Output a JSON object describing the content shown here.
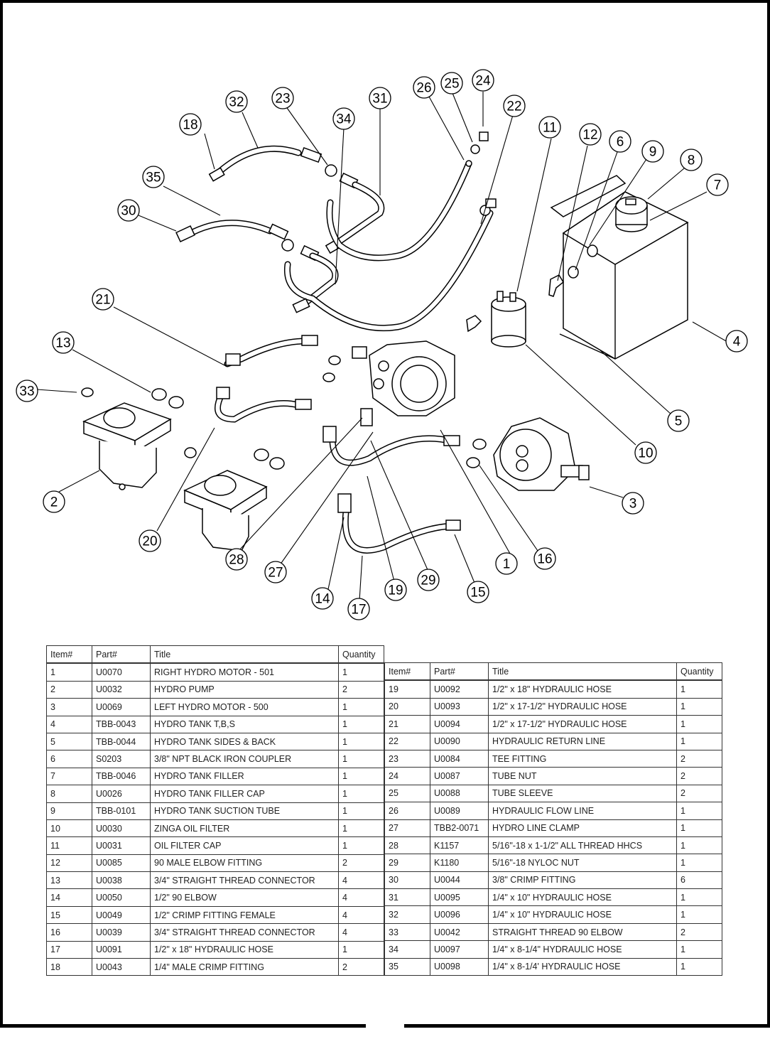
{
  "document": {
    "type": "exploded parts diagram with bill of materials",
    "accent_color": "#000000",
    "background_color": "#ffffff"
  },
  "callouts": [
    "1",
    "2",
    "3",
    "4",
    "5",
    "6",
    "7",
    "8",
    "9",
    "10",
    "11",
    "12",
    "13",
    "14",
    "15",
    "16",
    "17",
    "18",
    "19",
    "20",
    "21",
    "22",
    "23",
    "24",
    "25",
    "26",
    "27",
    "28",
    "29",
    "30",
    "31",
    "32",
    "33",
    "34",
    "35"
  ],
  "bom": {
    "headers": {
      "item": "Item#",
      "part": "Part#",
      "title": "Title",
      "quantity": "Quantity"
    },
    "left": [
      {
        "item": "1",
        "part": "U0070",
        "title": "RIGHT HYDRO MOTOR - 501",
        "quantity": "1"
      },
      {
        "item": "2",
        "part": "U0032",
        "title": " HYDRO PUMP",
        "quantity": "2"
      },
      {
        "item": "3",
        "part": "U0069",
        "title": "LEFT HYDRO MOTOR - 500",
        "quantity": "1"
      },
      {
        "item": "4",
        "part": "TBB-0043",
        "title": "HYDRO TANK T,B,S",
        "quantity": "1"
      },
      {
        "item": "5",
        "part": "TBB-0044",
        "title": "HYDRO TANK SIDES & BACK",
        "quantity": "1"
      },
      {
        "item": "6",
        "part": "S0203",
        "title": "3/8\" NPT BLACK IRON COUPLER",
        "quantity": "1"
      },
      {
        "item": "7",
        "part": "TBB-0046",
        "title": "HYDRO TANK FILLER",
        "quantity": "1"
      },
      {
        "item": "8",
        "part": "U0026",
        "title": "HYDRO TANK FILLER CAP",
        "quantity": "1"
      },
      {
        "item": "9",
        "part": "TBB-0101",
        "title": "HYDRO TANK SUCTION TUBE",
        "quantity": "1"
      },
      {
        "item": "10",
        "part": "U0030",
        "title": "ZINGA OIL FILTER",
        "quantity": "1"
      },
      {
        "item": "11",
        "part": "U0031",
        "title": "OIL FILTER CAP",
        "quantity": "1"
      },
      {
        "item": "12",
        "part": "U0085",
        "title": "90 MALE ELBOW FITTING",
        "quantity": "2"
      },
      {
        "item": "13",
        "part": "U0038",
        "title": "3/4\" STRAIGHT THREAD CONNECTOR",
        "quantity": "4"
      },
      {
        "item": "14",
        "part": "U0050",
        "title": "1/2\" 90 ELBOW",
        "quantity": "4"
      },
      {
        "item": "15",
        "part": "U0049",
        "title": "1/2\" CRIMP FITTING FEMALE",
        "quantity": "4"
      },
      {
        "item": "16",
        "part": "U0039",
        "title": "3/4\" STRAIGHT THREAD CONNECTOR",
        "quantity": "4"
      },
      {
        "item": "17",
        "part": "U0091",
        "title": "1/2\" x 18\" HYDRAULIC HOSE",
        "quantity": "1"
      },
      {
        "item": "18",
        "part": "U0043",
        "title": "1/4\" MALE CRIMP FITTING",
        "quantity": "2"
      }
    ],
    "right": [
      {
        "item": "19",
        "part": "U0092",
        "title": "1/2\" x 18\" HYDRAULIC HOSE",
        "quantity": "1"
      },
      {
        "item": "20",
        "part": "U0093",
        "title": "1/2\" x 17-1/2\" HYDRAULIC HOSE",
        "quantity": "1"
      },
      {
        "item": "21",
        "part": "U0094",
        "title": "1/2\" x 17-1/2\" HYDRAULIC HOSE",
        "quantity": "1"
      },
      {
        "item": "22",
        "part": "U0090",
        "title": "HYDRAULIC RETURN LINE",
        "quantity": "1"
      },
      {
        "item": "23",
        "part": "U0084",
        "title": "TEE FITTING",
        "quantity": "2"
      },
      {
        "item": "24",
        "part": "U0087",
        "title": "TUBE NUT",
        "quantity": "2"
      },
      {
        "item": "25",
        "part": "U0088",
        "title": "TUBE SLEEVE",
        "quantity": "2"
      },
      {
        "item": "26",
        "part": "U0089",
        "title": "HYDRAULIC FLOW LINE",
        "quantity": "1"
      },
      {
        "item": "27",
        "part": "TBB2-0071",
        "title": "HYDRO LINE CLAMP",
        "quantity": "1"
      },
      {
        "item": "28",
        "part": "K1157",
        "title": "5/16\"-18 x 1-1/2\" ALL THREAD HHCS",
        "quantity": "1"
      },
      {
        "item": "29",
        "part": "K1180",
        "title": "5/16\"-18 NYLOC NUT",
        "quantity": "1"
      },
      {
        "item": "30",
        "part": "U0044",
        "title": "3/8\" CRIMP FITTING",
        "quantity": "6"
      },
      {
        "item": "31",
        "part": "U0095",
        "title": "1/4\" x 10\" HYDRAULIC HOSE",
        "quantity": "1"
      },
      {
        "item": "32",
        "part": "U0096",
        "title": "1/4\" x 10\" HYDRAULIC HOSE",
        "quantity": "1"
      },
      {
        "item": "33",
        "part": "U0042",
        "title": "STRAIGHT THREAD 90 ELBOW",
        "quantity": "2"
      },
      {
        "item": "34",
        "part": "U0097",
        "title": "1/4\" x 8-1/4\" HYDRAULIC HOSE",
        "quantity": "1"
      },
      {
        "item": "35",
        "part": "U0098",
        "title": "1/4\" x 8-1/4' HYDRAULIC HOSE",
        "quantity": "1"
      }
    ]
  }
}
